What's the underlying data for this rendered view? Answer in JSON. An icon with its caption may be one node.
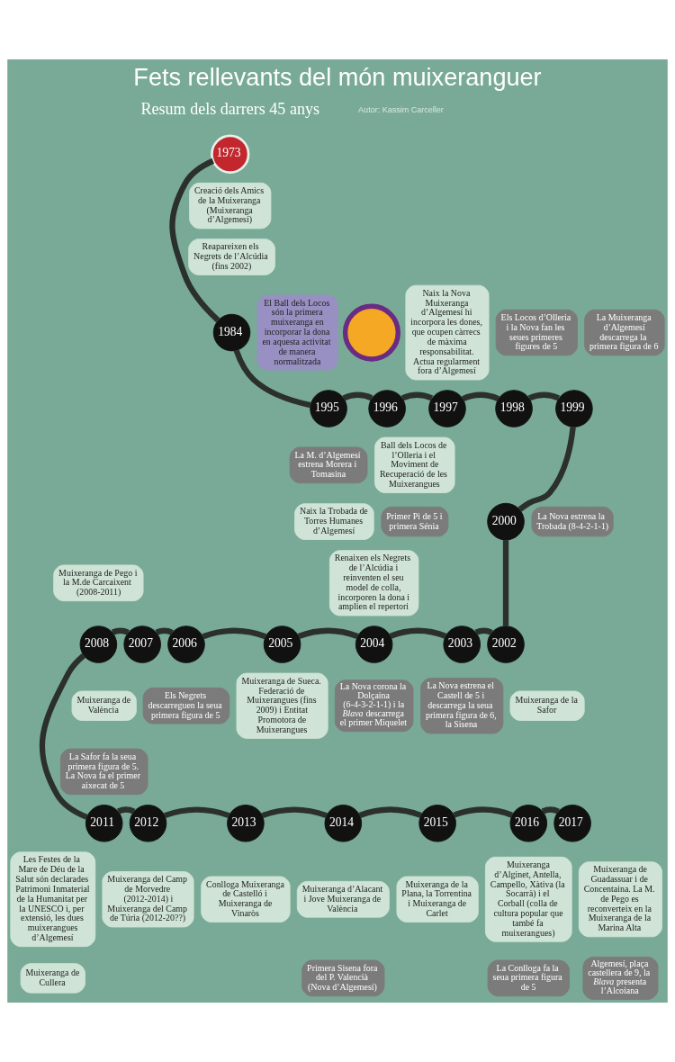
{
  "diagram": {
    "title": "Fets rellevants del món muixeranguer",
    "nodes": [
      {
        "text": [
          "1973"
        ]
      },
      {
        "text": [
          "Creació dels Amics de la Muixeranga (Muixeranga d’Algemesí)"
        ]
      },
      {
        "text": [
          "1984"
        ]
      },
      {
        "text": [
          "Reapareixen els Negrets de l’Alcúdia (fins 2002)"
        ]
      },
      {
        "text": [
          "1995"
        ]
      },
      {
        "text": [
          "El Ball dels Locos són la primera muixeranga en incorporar la dona en aquesta activitat de manera normalitzada"
        ]
      },
      {
        "text": [
          "La M. d’Algemesí estrena Morera i Tomasina"
        ]
      },
      {
        "text": [
          "1996"
        ]
      },
      {
        "text": [],
        "shape": "circle"
      },
      {
        "text": [
          "Ball dels Locos de l’Olleria i el Moviment de Recuperació de les Muixerangues"
        ]
      },
      {
        "text": [
          "Primer Pi de 5 i primera Sénia"
        ]
      },
      {
        "text": [
          "1997"
        ]
      },
      {
        "text": [
          "Naix la Nova Muixeranga d’Algemesí hi incorpora les dones, que ocupen càrrecs de màxima responsabilitat. Actua regularment fora d’Algemesí"
        ]
      },
      {
        "text": [
          "1998"
        ]
      },
      {
        "text": [
          "Els Locos d’Olleria i la Nova fan les seues primeres figures de 5"
        ]
      },
      {
        "text": [
          "1999"
        ]
      },
      {
        "text": [
          "La Muixeranga d’Algemesí descarrega la primera figura de 6"
        ]
      },
      {
        "text": [
          "2000"
        ]
      },
      {
        "text": [
          "Naix la Trobada de Torres Humanes d’Algemesí"
        ]
      },
      {
        "text": [
          "La Nova estrena la Trobada (8-4-2-1-1)"
        ]
      },
      {
        "text": [
          "2002"
        ]
      },
      {
        "text": [
          "Muixeranga de la Safor"
        ]
      },
      {
        "text": [
          "2003"
        ]
      },
      {
        "text": [
          "La Nova estrena el Castell de 5 i descarrega la seua primera figura de 6, la Sisena"
        ]
      },
      {
        "text": [
          "2004"
        ]
      },
      {
        "text": [
          "Renaixen els Negrets de l’Alcúdia i reinventen el seu model de colla, incorporen la dona i amplien el repertori"
        ]
      },
      {
        "text": [
          "La Nova corona la Dolçaina (6-4-3-2-1-1) i la *Blava* descarrega el primer Miquelet"
        ]
      },
      {
        "text": [
          "2005"
        ]
      },
      {
        "text": [
          "Muixeranga de Sueca. Federació de Muixerangues (fins 2009) i Entitat Promotora de Muixerangues"
        ]
      },
      {
        "text": [
          "2006"
        ]
      },
      {
        "text": [
          "Els Negrets descarreguen la seua primera figura de 5"
        ]
      },
      {
        "text": [
          "2007"
        ]
      },
      {
        "text": [
          "Muixeranga de València"
        ]
      },
      {
        "text": [
          "La Safor fa la seua primera figura de 5. La Nova fa el primer aixecat de 5"
        ]
      },
      {
        "text": [
          "2008"
        ]
      },
      {
        "text": [
          "Muixeranga de Pego i la M.de Carcaixent (2008-2011)"
        ]
      },
      {
        "text": [
          "2011"
        ]
      },
      {
        "text": [
          "Les Festes de la Mare de Déu de la Salut són declarades Patrimoni Inmaterial de la Humanitat per la UNESCO i, per extensió, les dues muixerangues d’Algemesí"
        ]
      },
      {
        "text": [
          "Muixeranga de Cullera"
        ]
      },
      {
        "text": [
          "2012"
        ]
      },
      {
        "text": [
          "Muixeranga del Camp de Morvedre (2012-2014) i Muixeranga del Camp de Túria (2012-20??)"
        ]
      },
      {
        "text": [
          "2013"
        ]
      },
      {
        "text": [
          "Conlloga Muixeranga de Castelló i Muixeranga de Vinaròs"
        ]
      },
      {
        "text": [
          "2014"
        ]
      },
      {
        "text": [
          "Muixeranga d’Alacant i Jove Muixeranga de València"
        ]
      },
      {
        "text": [
          "Primera Sisena fora del P. Valencià (Nova d’Algemesí)"
        ]
      },
      {
        "text": [
          "2015"
        ]
      },
      {
        "text": [
          "Muixeranga de la Plana, la Torrentina i Muixeranga de Carlet"
        ]
      },
      {
        "text": [
          "2016"
        ]
      },
      {
        "text": [
          "Muixeranga d’Alginet, Antella, Campello, Xàtiva (la Socarrà) i el Corball (colla de cultura popular que també fa muixerangues)"
        ]
      },
      {
        "text": [
          "La Conlloga fa la seua primera figura de 5"
        ]
      },
      {
        "text": [
          "2017"
        ]
      },
      {
        "text": [
          "Muixeranga de Guadassuar i de Concentaina. La M. de Pego es reconverteix en la Muixeranga de la Marina Alta"
        ]
      },
      {
        "text": [
          "Algemesí, plaça castellera de 9, la *Blava* presenta l’Alcoiana"
        ]
      }
    ],
    "edges": [
      {
        "from": 0,
        "to": 2,
        "arrow": "none"
      },
      {
        "from": 2,
        "to": 4,
        "arrow": "none"
      },
      {
        "from": 4,
        "to": 7,
        "arrow": "none"
      },
      {
        "from": 7,
        "to": 11,
        "arrow": "none"
      },
      {
        "from": 11,
        "to": 13,
        "arrow": "none"
      },
      {
        "from": 13,
        "to": 15,
        "arrow": "none"
      },
      {
        "from": 15,
        "to": 17,
        "arrow": "none"
      },
      {
        "from": 17,
        "to": 20,
        "arrow": "none"
      },
      {
        "from": 20,
        "to": 22,
        "arrow": "none"
      },
      {
        "from": 22,
        "to": 24,
        "arrow": "none"
      },
      {
        "from": 24,
        "to": 27,
        "arrow": "none"
      },
      {
        "from": 27,
        "to": 29,
        "arrow": "none"
      },
      {
        "from": 29,
        "to": 31,
        "arrow": "none"
      },
      {
        "from": 31,
        "to": 34,
        "arrow": "none"
      },
      {
        "from": 34,
        "to": 36,
        "arrow": "none"
      },
      {
        "from": 36,
        "to": 39,
        "arrow": "none"
      },
      {
        "from": 39,
        "to": 41,
        "arrow": "none"
      },
      {
        "from": 41,
        "to": 43,
        "arrow": "none"
      },
      {
        "from": 43,
        "to": 46,
        "arrow": "none"
      },
      {
        "from": 46,
        "to": 48,
        "arrow": "none"
      },
      {
        "from": 48,
        "to": 51,
        "arrow": "none"
      }
    ],
    "labels": [
      "Resum dels darrers 45 anys",
      "Autor: Kassim Carceller"
    ]
  }
}
